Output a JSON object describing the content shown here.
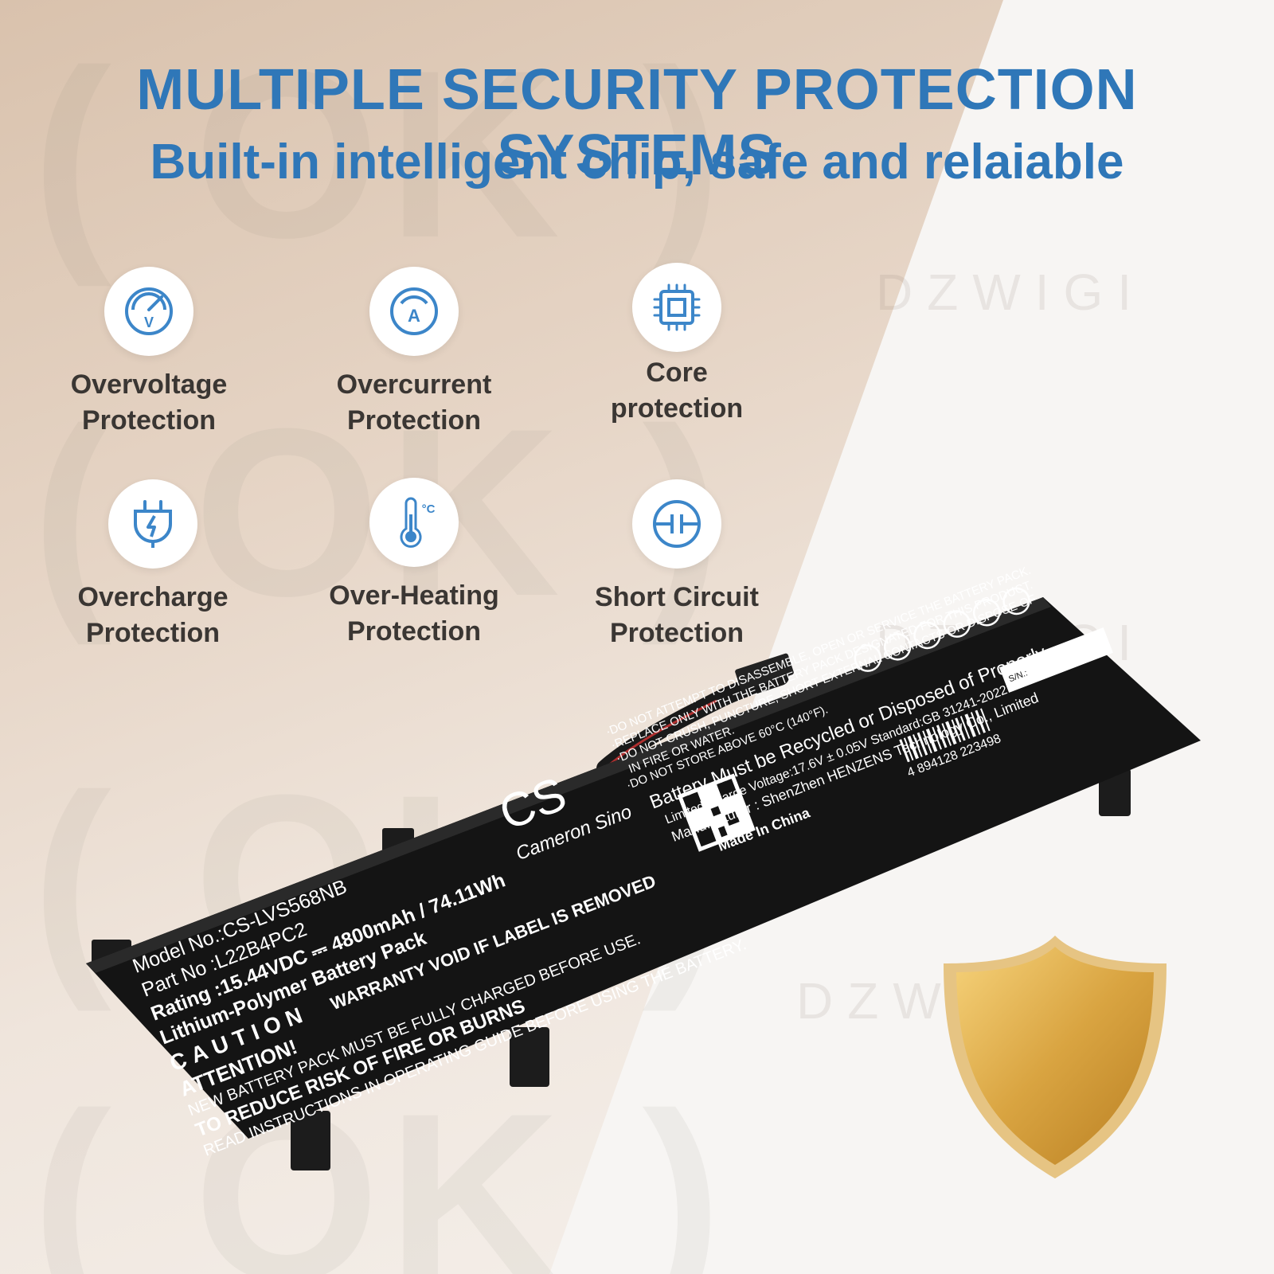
{
  "header": {
    "title": "MULTIPLE SECURITY PROTECTION SYSTEMS",
    "subtitle": "Built-in intelligent chip, safe and relaiable"
  },
  "watermark": {
    "brand": "DZWIGI"
  },
  "features": [
    {
      "label": "Overvoltage\nProtection",
      "icon": "voltmeter-icon"
    },
    {
      "label": "Overcurrent\nProtection",
      "icon": "ammeter-icon"
    },
    {
      "label": "Core\nprotection",
      "icon": "chip-icon"
    },
    {
      "label": "Overcharge\nProtection",
      "icon": "plug-charge-icon"
    },
    {
      "label": "Over-Heating\nProtection",
      "icon": "thermometer-icon"
    },
    {
      "label": "Short Circuit\nProtection",
      "icon": "short-circuit-icon"
    }
  ],
  "battery": {
    "model_line": "Model No.:CS-LVS568NB",
    "part_line": "Part No   :L22B4PC2",
    "rating_line": "Rating    :15.44VDC ⎓ 4800mAh / 74.11Wh",
    "chem_line": "Lithium-Polymer Battery Pack",
    "caution": "CAUTION",
    "warranty": "WARRANTY VOID IF LABEL IS REMOVED",
    "attention": "ATTENTION!",
    "attention_1": "NEW BATTERY PACK MUST BE FULLY CHARGED BEFORE USE.",
    "attention_2": "TO REDUCE RISK OF FIRE OR BURNS",
    "attention_3": "READ INSTRUCTIONS IN OPERATING GUIDE BEFORE USING THE BATTERY.",
    "brand_cs": "CS",
    "brand_name": "Cameron Sino",
    "warn_1": "·DO NOT ATTEMPT TO DISASSEMBLE, OPEN OR SERVICE THE BATTERY PACK.",
    "warn_2": "·REPLACE ONLY WITH THE BATTERY PACK DESIGNATED FOR THIS PRODUCT.",
    "warn_3": "·DO NOT CRUSH, PUNCTURE, SHORT EXTERNAL CONTACTS OR DISPOSE OF",
    "warn_4": "IN FIRE OR WATER.",
    "warn_5": "·DO NOT STORE ABOVE 60°C (140°F).",
    "recycle": "Battery Must be Recycled or Disposed of Properly",
    "charge_voltage": "Limited Charge Voltage:17.6V ± 0.05V   Standard:GB 31241-2022",
    "manufacturer": "Manufacturer : ShenZhen HENZENS Technology Co., Limited",
    "made_in": "Made In China",
    "barcode_number": "4 894128 223498",
    "sn_label": "S/N.:"
  },
  "colors": {
    "title_blue": "#2f77b8",
    "icon_blue": "#3c86c9",
    "label_text": "#3a3633",
    "battery_black": "#161616",
    "shield_gold": "#d9a441"
  }
}
